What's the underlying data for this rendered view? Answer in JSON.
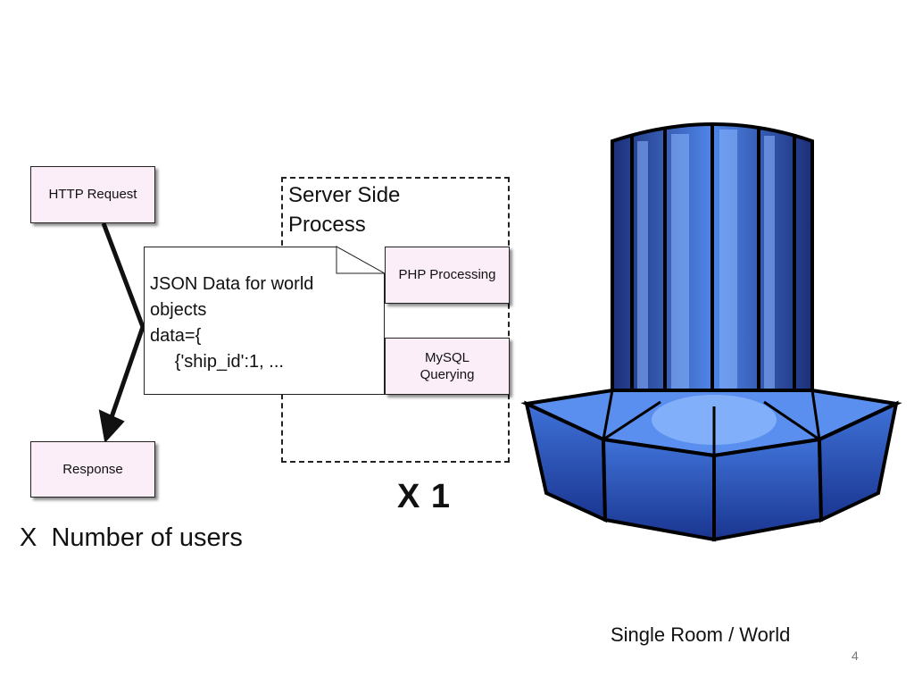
{
  "diagram": {
    "http_request": "HTTP Request",
    "response": "Response",
    "server_title": "Server Side\nProcess",
    "php": "PHP Processing",
    "mysql": "MySQL\nQuerying",
    "note": "JSON Data for world\nobjects\ndata={\n     {'ship_id':1, ...",
    "multiplier": "X 1",
    "users": "X  Number of users"
  },
  "slide": {
    "caption": "Single Room / World",
    "page_number": "4"
  }
}
